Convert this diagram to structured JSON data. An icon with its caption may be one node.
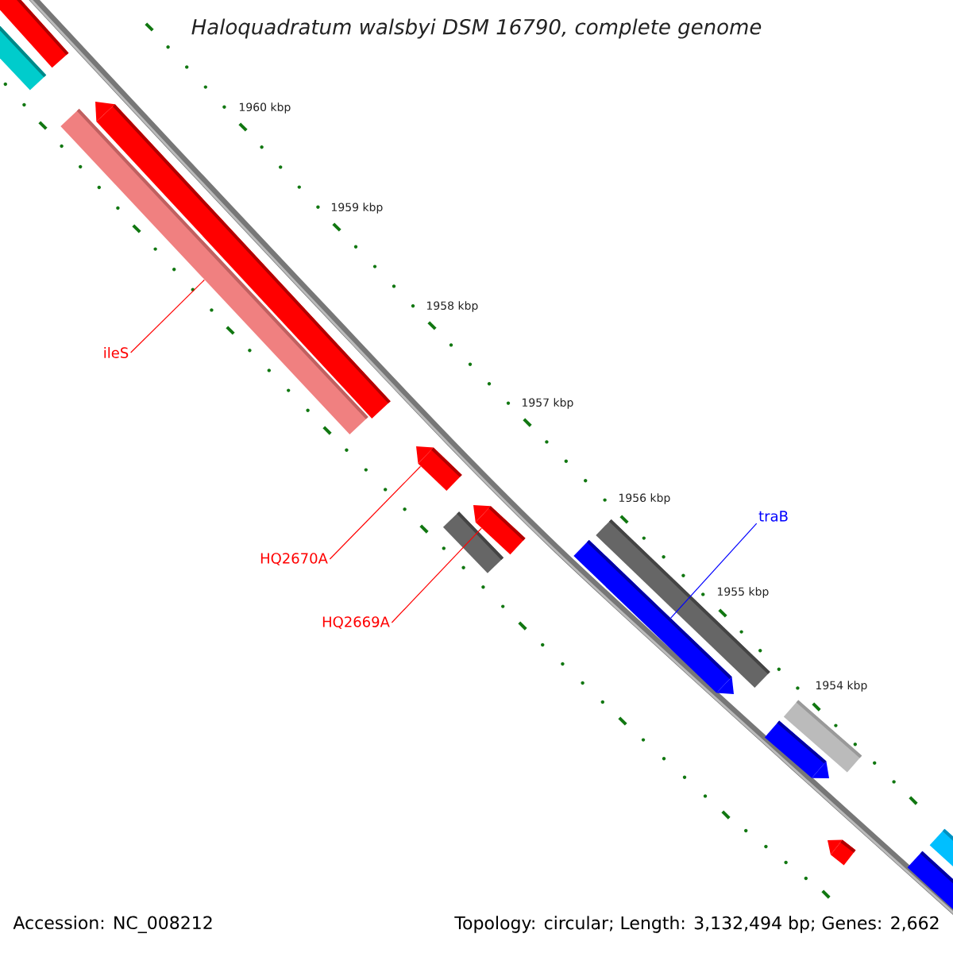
{
  "diagram": {
    "title": "Haloquadratum walsbyi DSM 16790, complete genome",
    "nodes": [
      {
        "text": [
          "ileS"
        ]
      },
      {
        "text": [
          "HQ2670A"
        ]
      },
      {
        "text": [
          "HQ2669A"
        ]
      },
      {
        "text": [
          "traB"
        ]
      },
      {
        "text": [],
        "shape": "bar"
      },
      {
        "text": [],
        "shape": "bar"
      },
      {
        "text": [],
        "shape": "bar"
      },
      {
        "text": [],
        "shape": "bar"
      }
    ],
    "edges": [
      {
        "from": 0,
        "to": 4,
        "arrow": "none"
      },
      {
        "from": 1,
        "to": 5,
        "arrow": "none"
      },
      {
        "from": 2,
        "to": 6,
        "arrow": "none"
      },
      {
        "from": 3,
        "to": 7,
        "arrow": "none",
        "color": "#0000ff"
      }
    ],
    "labels": [
      "1960 kbp",
      "1959 kbp",
      "1958 kbp",
      "1957 kbp",
      "1956 kbp",
      "1955 kbp",
      "1954 kbp",
      "Accession: NC_008212",
      "Topology: circular; Length: 3,132,494 bp; Genes: 2,662"
    ]
  }
}
